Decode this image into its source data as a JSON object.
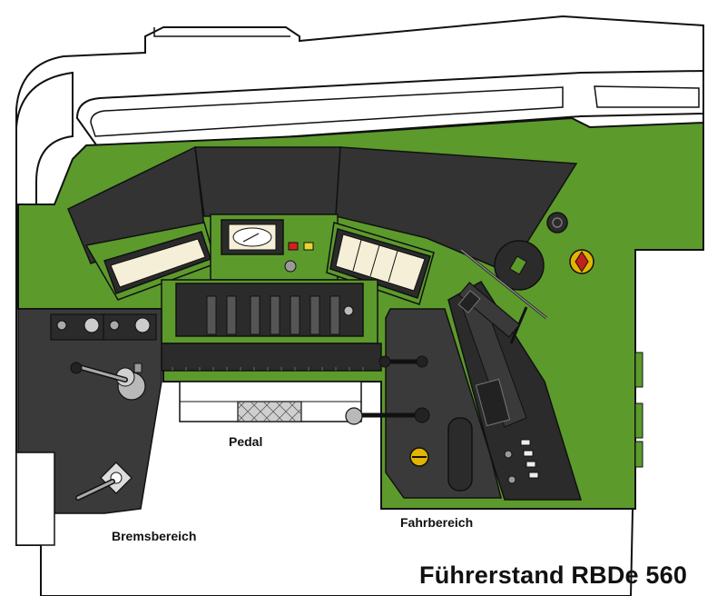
{
  "title": "Führerstand RBDe 560",
  "labels": {
    "pedal": "Pedal",
    "brake_area": "Bremsbereich",
    "drive_area": "Fahrbereich"
  },
  "colors": {
    "console_green": "#5c9a2c",
    "panel_dark": "#3a3a3a",
    "panel_darker": "#2b2b2b",
    "screen_cream": "#f6efd8",
    "outline": "#111111",
    "indicator_red": "#d22020",
    "indicator_yellow": "#e9d530",
    "knob_yellow": "#e3b400"
  },
  "icons": {
    "brake_handle": "brake-handle-icon",
    "drive_lever": "drive-lever-icon",
    "gauge": "pressure-gauge-icon",
    "emergency_button": "emergency-button-icon"
  }
}
